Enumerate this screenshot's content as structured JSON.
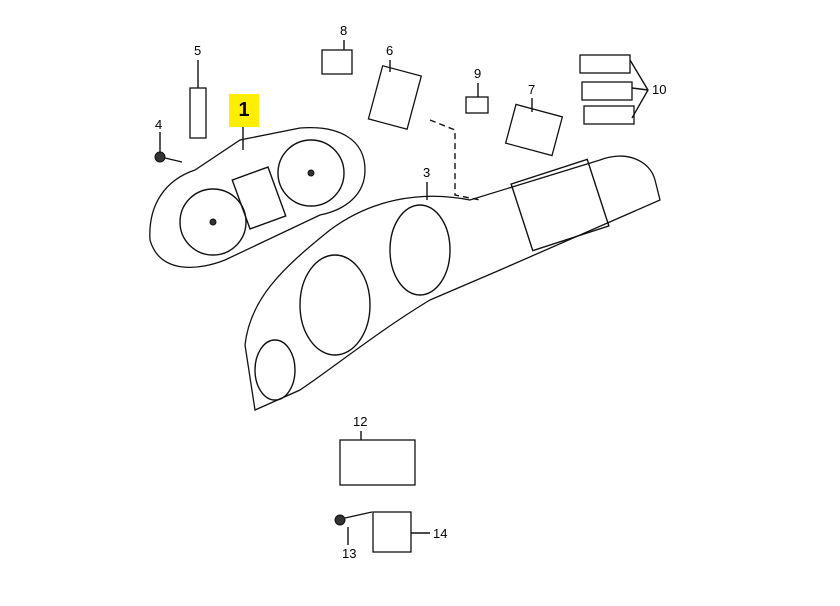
{
  "diagram": {
    "highlight_color": "#ffee00",
    "callouts": [
      {
        "id": "1",
        "highlighted": true
      },
      {
        "id": "3"
      },
      {
        "id": "4"
      },
      {
        "id": "5"
      },
      {
        "id": "6"
      },
      {
        "id": "7"
      },
      {
        "id": "8"
      },
      {
        "id": "9"
      },
      {
        "id": "10"
      },
      {
        "id": "12"
      },
      {
        "id": "13"
      },
      {
        "id": "14"
      }
    ]
  }
}
